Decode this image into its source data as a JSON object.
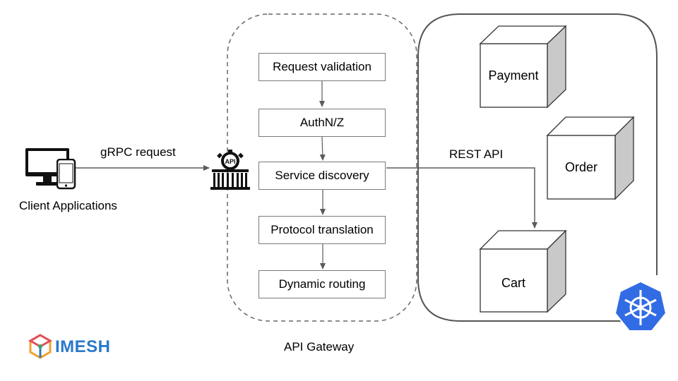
{
  "client": {
    "label": "Client Applications"
  },
  "request": {
    "label": "gRPC request"
  },
  "gateway": {
    "caption": "API Gateway",
    "icon_text": "API",
    "steps": [
      "Request validation",
      "AuthN/Z",
      "Service discovery",
      "Protocol translation",
      "Dynamic routing"
    ]
  },
  "rest": {
    "label": "REST API"
  },
  "services": {
    "payment": "Payment",
    "order": "Order",
    "cart": "Cart"
  },
  "brand": {
    "name": "IMESH"
  },
  "colors": {
    "kubernetes": "#326ce5",
    "brand": "#2a79c9",
    "cube_side": "#c9c9c9",
    "line": "#5a5a5a"
  },
  "icons": [
    "desktop-monitor-icon",
    "smartphone-icon",
    "api-gateway-icon",
    "kubernetes-icon",
    "imesh-logo-icon"
  ]
}
